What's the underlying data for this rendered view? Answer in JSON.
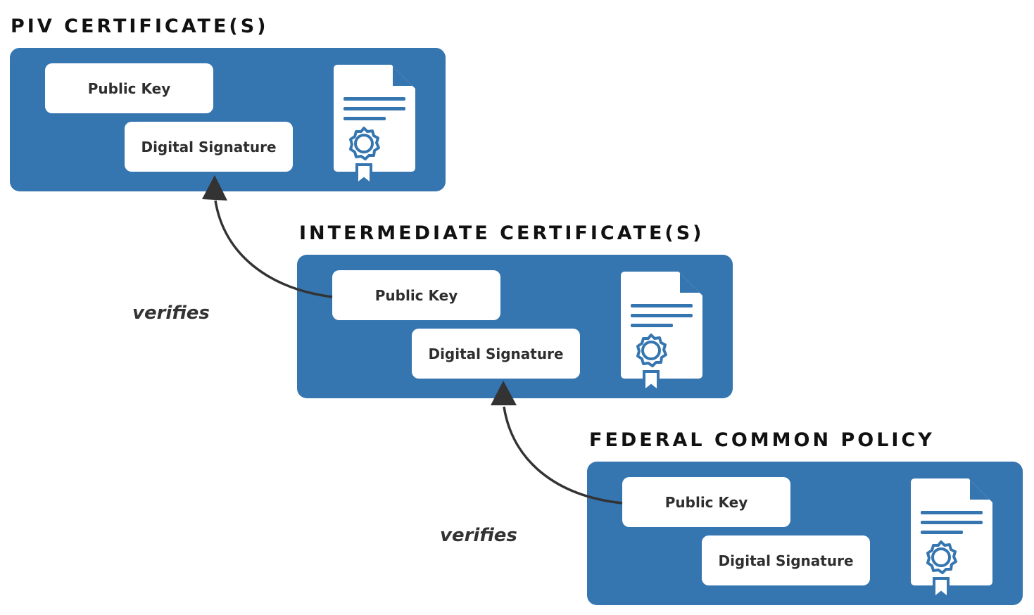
{
  "theme": {
    "card_color": "#3575b0",
    "arrow_color": "#333333",
    "text_color": "#111111"
  },
  "certificates": [
    {
      "title": "PIV CERTIFICATE(S)",
      "public_key": "Public Key",
      "digital_signature": "Digital Signature",
      "icon": "certificate-document-icon"
    },
    {
      "title": "INTERMEDIATE CERTIFICATE(S)",
      "public_key": "Public Key",
      "digital_signature": "Digital Signature",
      "icon": "certificate-document-icon"
    },
    {
      "title": "FEDERAL COMMON POLICY",
      "public_key": "Public Key",
      "digital_signature": "Digital Signature",
      "icon": "certificate-document-icon"
    }
  ],
  "relations": [
    {
      "label": "verifies",
      "from": "INTERMEDIATE CERTIFICATE(S) Public Key",
      "to": "PIV CERTIFICATE(S) Digital Signature"
    },
    {
      "label": "verifies",
      "from": "FEDERAL COMMON POLICY Public Key",
      "to": "INTERMEDIATE CERTIFICATE(S) Digital Signature"
    }
  ]
}
